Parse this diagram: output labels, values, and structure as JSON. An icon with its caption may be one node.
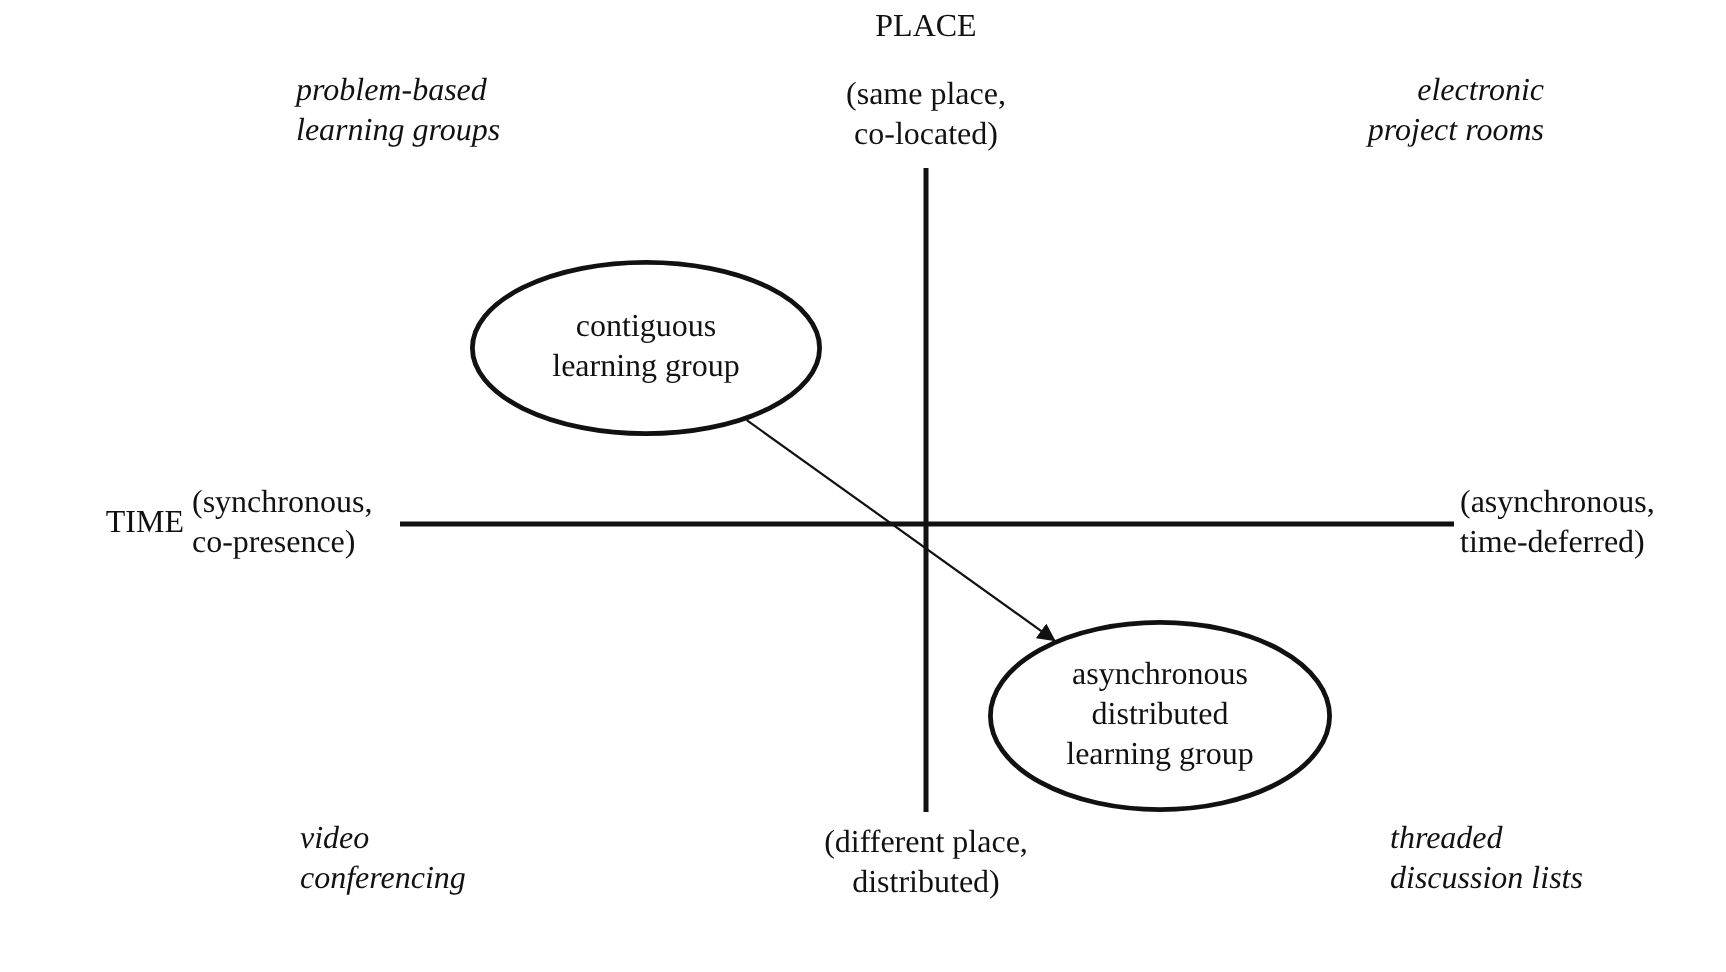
{
  "diagram": {
    "nodes": [
      {
        "text": [
          "contiguous learning group"
        ]
      },
      {
        "text": [
          "asynchronous distributed learning group"
        ]
      }
    ],
    "edges": [
      {
        "from": 0,
        "to": 1,
        "arrow": "to"
      }
    ],
    "labels": [
      "PLACE",
      "problem-based learning groups",
      "(same place, co-located)",
      "electronic project rooms",
      "TIME",
      "(synchronous, co-presence)",
      "(asynchronous, time-deferred)",
      "video conferencing",
      "(different place, distributed)",
      "threaded discussion lists"
    ]
  }
}
